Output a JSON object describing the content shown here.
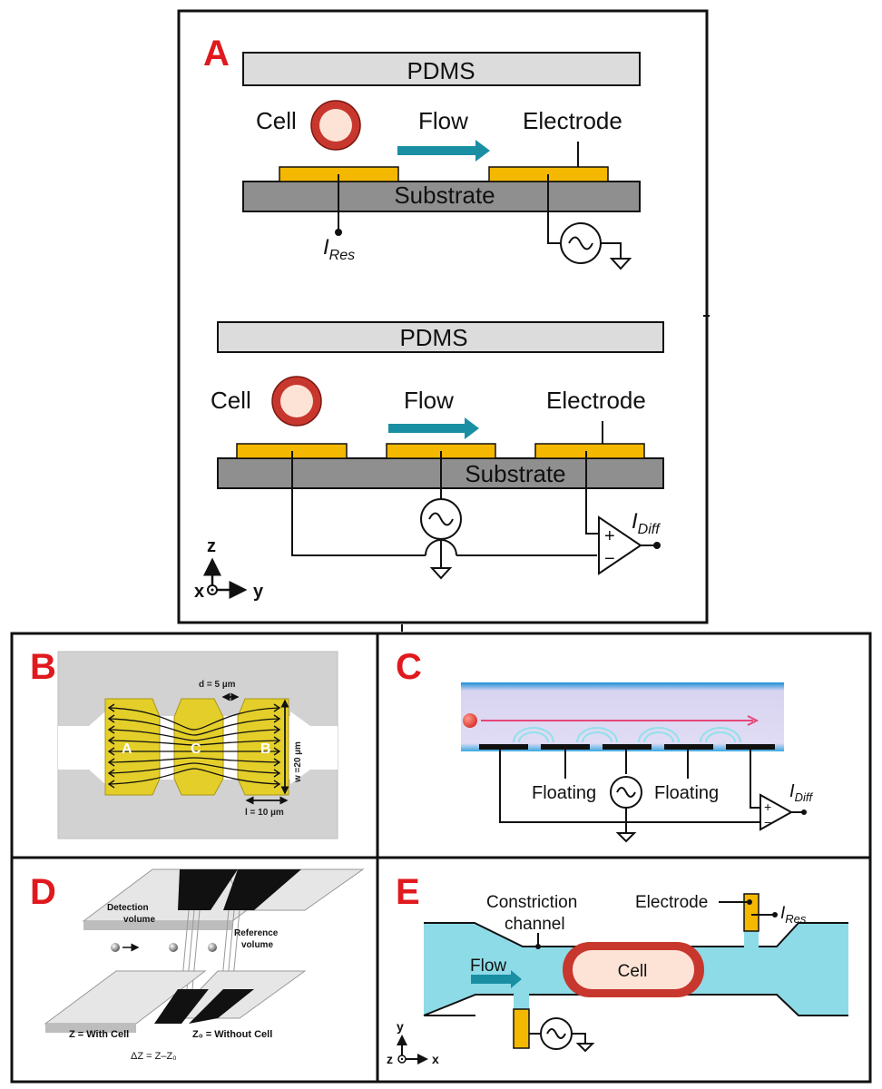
{
  "panels": {
    "A": {
      "letter": "A",
      "top": {
        "pdms": "PDMS",
        "cell": "Cell",
        "flow": "Flow",
        "electrode": "Electrode",
        "substrate": "Substrate",
        "current_main": "I",
        "current_sub": "Res"
      },
      "bottom": {
        "pdms": "PDMS",
        "cell": "Cell",
        "flow": "Flow",
        "electrode": "Electrode",
        "substrate": "Substrate",
        "current_main": "I",
        "current_sub": "Diff",
        "plus": "+",
        "minus": "−"
      },
      "axes": {
        "z": "z",
        "x": "x",
        "y": "y"
      }
    },
    "B": {
      "letter": "B",
      "d_label": "d = 5 µm",
      "w_label": "w =20 µm",
      "l_label": "l = 10 µm",
      "electrode_labels": [
        "A",
        "C",
        "B"
      ]
    },
    "C": {
      "letter": "C",
      "floating_left": "Floating",
      "floating_right": "Floating",
      "current_main": "I",
      "current_sub": "Diff",
      "plus": "+",
      "minus": "−"
    },
    "D": {
      "letter": "D",
      "detection_line1": "Detection",
      "detection_line2": "volume",
      "reference_line1": "Reference",
      "reference_line2": "volume",
      "z_with": "Z = With Cell",
      "z0_without": "Z₀ = Without Cell",
      "delta_z": "ΔZ  =  Z–Z₀"
    },
    "E": {
      "letter": "E",
      "constriction_line1": "Constriction",
      "constriction_line2": "channel",
      "electrode": "Electrode",
      "current_main": "I",
      "current_sub": "Res",
      "flow": "Flow",
      "cell": "Cell",
      "axes": {
        "y": "y",
        "z": "z",
        "x": "x"
      }
    }
  },
  "colors": {
    "panel_letter": "#e0191e",
    "electrode_gold": "#f5b800",
    "substrate_gray": "#8f8f8f",
    "pdms_gray": "#dcdcdc",
    "cell_red": "#c8372d",
    "cell_inner": "#fde3d6",
    "flow_teal": "#1a8fa3",
    "channel_cyan": "#8edbe8"
  }
}
